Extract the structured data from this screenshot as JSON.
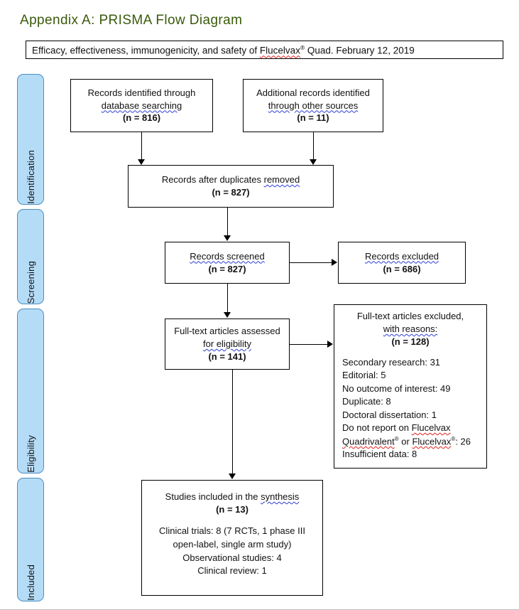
{
  "page": {
    "title": "Appendix A: PRISMA Flow Diagram",
    "title_color": "#3a5a0b",
    "subtitle_parts": {
      "before": "Efficacy, effectiveness, immunogenicity, and safety of ",
      "product": "Flucelvax",
      "after": " Quad. February 12, 2019"
    },
    "subtitle_full": "Efficacy, effectiveness, immunogenicity, and safety of Flucelvax® Quad. February 12, 2019"
  },
  "stages": [
    {
      "label": "Identification",
      "color": "#b5dcf7"
    },
    {
      "label": "Screening",
      "color": "#b5dcf7"
    },
    {
      "label": "Eligibility",
      "color": "#b5dcf7"
    },
    {
      "label": "Included",
      "color": "#b5dcf7"
    }
  ],
  "boxes": {
    "identified_database": {
      "line1": "Records identified through",
      "line2": "database searching",
      "count": "(n = 816)"
    },
    "identified_other": {
      "line1": "Additional records identified",
      "line2": "through other sources",
      "count": "(n = 11)"
    },
    "after_duplicates": {
      "line1": "Records after duplicates removed",
      "count": "(n = 827)"
    },
    "records_screened": {
      "line1": "Records screened",
      "count": "(n = 827)"
    },
    "records_excluded": {
      "line1": "Records excluded",
      "count": "(n = 686)"
    },
    "fulltext_assessed": {
      "line1": "Full-text articles assessed",
      "line2": "for eligibility",
      "count": "(n = 141)"
    },
    "fulltext_excluded": {
      "line1": "Full-text articles excluded,",
      "line2": "with reasons:",
      "count": "(n = 128)",
      "reasons": [
        "Secondary research: 31",
        "Editorial: 5",
        "No outcome of interest: 49",
        "Duplicate: 8",
        "Doctoral dissertation: 1",
        "Do not report on Flucelvax",
        "Quadrivalent® or Flucelvax®: 26",
        "Insufficient data: 8"
      ],
      "reason_values": {
        "secondary_research": 31,
        "editorial": 5,
        "no_outcome_of_interest": 49,
        "duplicate": 8,
        "doctoral_dissertation": 1,
        "do_not_report_on_product": 26,
        "insufficient_data": 8
      }
    },
    "included_synthesis": {
      "line1": "Studies included in the synthesis",
      "count": "(n = 13)",
      "details": [
        "Clinical trials: 8 (7 RCTs, 1 phase III",
        "open-label, single arm study)",
        "Observational studies: 4",
        "Clinical review: 1"
      ],
      "detail_values": {
        "clinical_trials": 8,
        "rcts": 7,
        "phase_iii_open_label_single_arm": 1,
        "observational_studies": 4,
        "clinical_review": 1
      }
    }
  },
  "chart_data": {
    "type": "diagram",
    "title": "PRISMA Flow Diagram",
    "nodes": [
      {
        "id": "identified_database",
        "stage": "Identification",
        "label": "Records identified through database searching",
        "n": 816
      },
      {
        "id": "identified_other",
        "stage": "Identification",
        "label": "Additional records identified through other sources",
        "n": 11
      },
      {
        "id": "after_duplicates",
        "stage": "Identification",
        "label": "Records after duplicates removed",
        "n": 827
      },
      {
        "id": "records_screened",
        "stage": "Screening",
        "label": "Records screened",
        "n": 827
      },
      {
        "id": "records_excluded",
        "stage": "Screening",
        "label": "Records excluded",
        "n": 686
      },
      {
        "id": "fulltext_assessed",
        "stage": "Eligibility",
        "label": "Full-text articles assessed for eligibility",
        "n": 141
      },
      {
        "id": "fulltext_excluded",
        "stage": "Eligibility",
        "label": "Full-text articles excluded, with reasons",
        "n": 128
      },
      {
        "id": "included_synthesis",
        "stage": "Included",
        "label": "Studies included in the synthesis",
        "n": 13
      }
    ],
    "edges": [
      {
        "from": "identified_database",
        "to": "after_duplicates"
      },
      {
        "from": "identified_other",
        "to": "after_duplicates"
      },
      {
        "from": "after_duplicates",
        "to": "records_screened"
      },
      {
        "from": "records_screened",
        "to": "records_excluded"
      },
      {
        "from": "records_screened",
        "to": "fulltext_assessed"
      },
      {
        "from": "fulltext_assessed",
        "to": "fulltext_excluded"
      },
      {
        "from": "fulltext_assessed",
        "to": "included_synthesis"
      }
    ]
  }
}
